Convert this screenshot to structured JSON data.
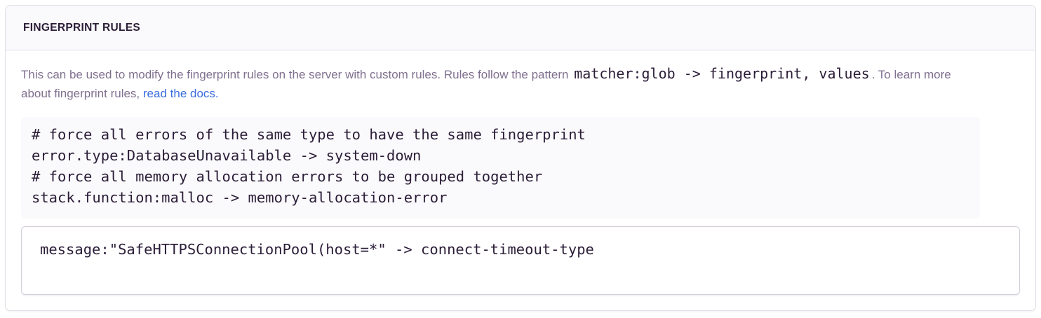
{
  "panel": {
    "title": "FINGERPRINT RULES",
    "description": {
      "text_before_code": "This can be used to modify the fingerprint rules on the server with custom rules. Rules follow the pattern ",
      "pattern_code": "matcher:glob -> fingerprint, values",
      "text_after_code": ". To learn more about fingerprint rules, ",
      "link_label": "read the docs."
    },
    "example_code": "# force all errors of the same type to have the same fingerprint\nerror.type:DatabaseUnavailable -> system-down\n# force all memory allocation errors to be grouped together\nstack.function:malloc -> memory-allocation-error",
    "rules_input": {
      "value": "message:\"SafeHTTPSConnectionPool(host=*\" -> connect-timeout-type"
    },
    "colors": {
      "accent_link": "#3a6ce0",
      "muted_text": "#80708f",
      "dark_text": "#2b1d38",
      "border": "#e0dce5",
      "header_bg": "#faf9fb",
      "code_bg": "#faf9fb"
    }
  }
}
